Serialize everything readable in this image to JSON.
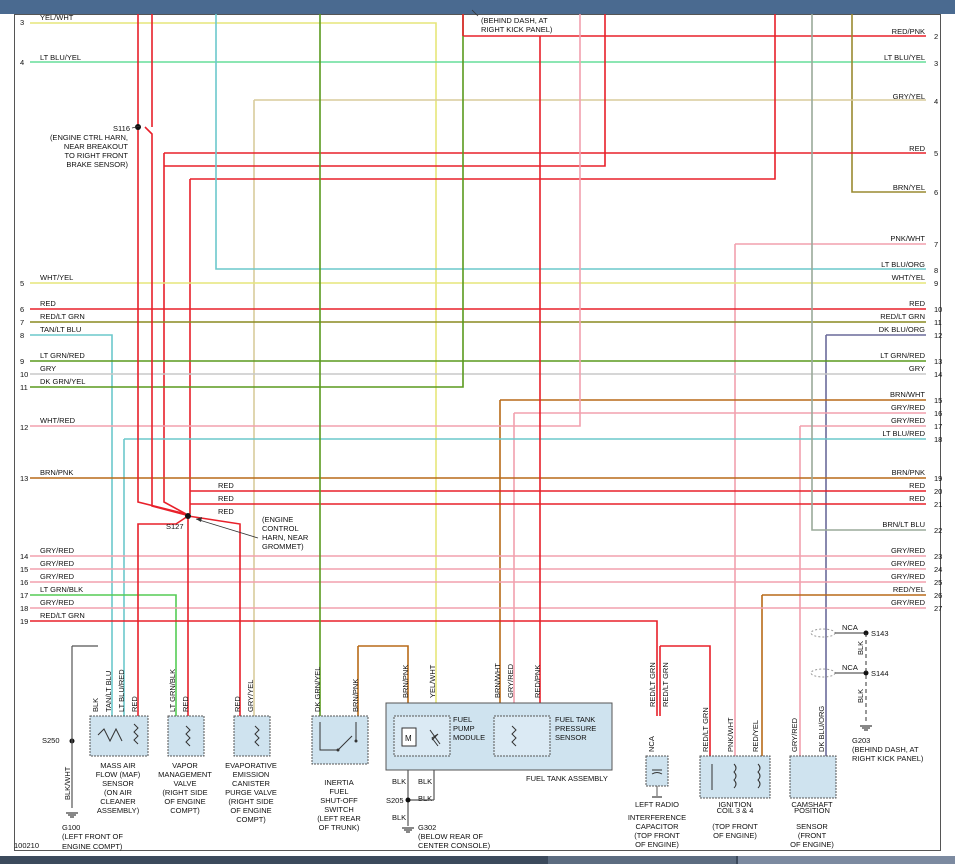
{
  "pin_numbers": {
    "left": [
      "3",
      "4",
      "5",
      "6",
      "7",
      "8",
      "9",
      "10",
      "11",
      "12",
      "13",
      "14",
      "15",
      "16",
      "17",
      "18",
      "19"
    ],
    "right": [
      "2",
      "3",
      "4",
      "5",
      "6",
      "7",
      "8",
      "9",
      "10",
      "11",
      "12",
      "13",
      "14",
      "15",
      "16",
      "17",
      "18",
      "19",
      "20",
      "21",
      "22",
      "23",
      "24",
      "25",
      "26",
      "27"
    ]
  },
  "left_wires": [
    "YEL/WHT",
    "LT BLU/YEL",
    "WHT/YEL",
    "RED",
    "RED/LT GRN",
    "TAN/LT BLU",
    "LT GRN/RED",
    "GRY",
    "DK GRN/YEL",
    "WHT/RED",
    "BRN/PNK",
    "GRY/RED",
    "GRY/RED",
    "GRY/RED",
    "LT GRN/BLK",
    "GRY/RED",
    "RED/LT GRN"
  ],
  "right_wires": [
    "RED/PNK",
    "LT BLU/YEL",
    "GRY/YEL",
    "RED",
    "BRN/YEL",
    "PNK/WHT",
    "LT BLU/ORG",
    "WHT/YEL",
    "RED",
    "RED/LT GRN",
    "DK BLU/ORG",
    "LT GRN/RED",
    "GRY",
    "BRN/WHT",
    "GRY/RED",
    "GRY/RED",
    "LT BLU/RED",
    "BRN/PNK",
    "RED",
    "RED",
    "BRN/LT BLU",
    "GRY/RED",
    "GRY/RED",
    "GRY/RED",
    "RED/YEL",
    "GRY/RED"
  ],
  "splices": {
    "s116": [
      "S116",
      "(ENGINE CTRL HARN,",
      "NEAR BREAKOUT",
      "TO RIGHT FRONT",
      "BRAKE SENSOR)"
    ],
    "s127": "S127",
    "s127_desc": [
      "(ENGINE",
      "CONTROL",
      "HARN, NEAR",
      "GROMMET)"
    ],
    "s127_reds": [
      "RED",
      "RED",
      "RED"
    ],
    "s143": "S143",
    "s144": "S144",
    "s205": "S205",
    "s250": "S250",
    "nca": "NCA"
  },
  "top_note": [
    "(BEHIND DASH, AT",
    "RIGHT KICK PANEL)"
  ],
  "grounds": {
    "g100": [
      "G100",
      "(LEFT FRONT OF",
      "ENGINE COMPT)"
    ],
    "g302": [
      "G302",
      "(BELOW REAR OF",
      "CENTER CONSOLE)"
    ],
    "g203": [
      "G203",
      "(BEHIND DASH, AT",
      "RIGHT KICK PANEL)"
    ]
  },
  "wire_labels": {
    "maf": [
      "BLK",
      "TAN/LT BLU",
      "LT BLU/RED",
      "RED"
    ],
    "blk_wht": "BLK/WHT",
    "vapor": [
      "LT GRN/BLK",
      "RED"
    ],
    "evap": [
      "RED",
      "GRY/YEL"
    ],
    "inertia": [
      "DK GRN/YEL",
      "BRN/PNK"
    ],
    "pump_top": [
      "BRN/PNK",
      "YEL/WHT"
    ],
    "pump_bottom": [
      "BLK",
      "BLK",
      "BLK",
      "BLK"
    ],
    "sensor_top": [
      "BRN/WHT",
      "GRY/RED",
      "RED/PNK"
    ],
    "radio": [
      "RED/LT GRN",
      "RED/LT GRN",
      "NCA"
    ],
    "coil": [
      "RED/LT GRN",
      "PNK/WHT",
      "RED/YEL"
    ],
    "cam": [
      "GRY/RED",
      "DK BLU/ORG"
    ],
    "ground_blk": [
      "BLK",
      "BLK"
    ]
  },
  "components": {
    "maf": [
      "MASS AIR",
      "FLOW (MAF)",
      "SENSOR",
      "(ON AIR",
      "CLEANER",
      "ASSEMBLY)"
    ],
    "vapor": [
      "VAPOR",
      "MANAGEMENT",
      "VALVE",
      "(RIGHT SIDE",
      "OF ENGINE",
      "COMPT)"
    ],
    "evap": [
      "EVAPORATIVE",
      "EMISSION",
      "CANISTER",
      "PURGE VALVE",
      "(RIGHT SIDE",
      "OF ENGINE",
      "COMPT)"
    ],
    "inertia": [
      "INERTIA",
      "FUEL",
      "SHUT-OFF",
      "SWITCH",
      "(LEFT REAR",
      "OF TRUNK)"
    ],
    "pump": [
      "FUEL",
      "PUMP",
      "MODULE"
    ],
    "pump_m": "M",
    "pressure": [
      "FUEL TANK",
      "PRESSURE",
      "SENSOR"
    ],
    "tank": "FUEL TANK ASSEMBLY",
    "radio": [
      "LEFT RADIO",
      "INTERFERENCE",
      "CAPACITOR",
      "(TOP FRONT",
      "OF ENGINE)"
    ],
    "coil": [
      "IGNITION",
      "COIL 3 & 4",
      "(TOP FRONT",
      "OF ENGINE)"
    ],
    "cam": [
      "CAMSHAFT",
      "POSITION",
      "SENSOR",
      "(FRONT",
      "OF ENGINE)"
    ]
  },
  "diagram_id": "100210",
  "colors": {
    "red": "#e8202a",
    "yel": "#e6e67a",
    "ltblu_yel": "#66dd9a",
    "tan": "#d8cc9c",
    "dkgrn": "#5a9a1e",
    "ltgrn": "#55cc55",
    "gry": "#c8c8c8",
    "brn": "#b86a18",
    "brnyel": "#9a8a30",
    "pink": "#f2a0ae",
    "ltblu": "#6cc8cc",
    "olive": "#8a8a20",
    "dkblu": "#6a6a9a",
    "greygreen": "#9aaa9a"
  }
}
